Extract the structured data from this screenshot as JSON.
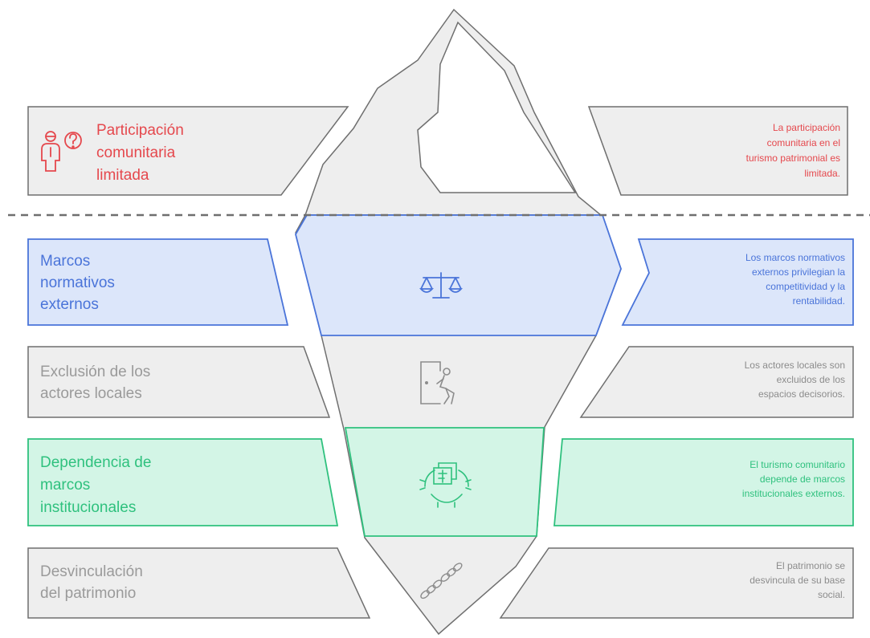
{
  "colors": {
    "red": "#e5484d",
    "blue": "#4a74d9",
    "green": "#2fc17e",
    "gray_text": "#9a9a9a",
    "desc_gray": "#8c8c8c",
    "panel_fill": "#eeeeee",
    "panel_stroke": "#6f6f6f",
    "blue_fill": "#dce6fa",
    "green_fill": "#d3f5e6"
  },
  "layers": [
    {
      "id": "participacion",
      "title_lines": [
        "Participación",
        "comunitaria",
        "limitada"
      ],
      "description_lines": [
        "La participación",
        "comunitaria en el",
        "turismo patrimonial es",
        "limitada."
      ],
      "icon": "community-question-icon",
      "color": "red"
    },
    {
      "id": "marcos",
      "title_lines": [
        "Marcos",
        "normativos",
        "externos"
      ],
      "description_lines": [
        "Los marcos normativos",
        "externos privilegian la",
        "competitividad y la",
        "rentabilidad."
      ],
      "icon": "scales-icon",
      "color": "blue"
    },
    {
      "id": "exclusion",
      "title_lines": [
        "Exclusión de los",
        "actores locales"
      ],
      "description_lines": [
        "Los actores locales son",
        "excluidos de los",
        "espacios decisorios."
      ],
      "icon": "person-exit-door-icon",
      "color": "gray"
    },
    {
      "id": "dependencia",
      "title_lines": [
        "Dependencia de",
        "marcos",
        "institucionales"
      ],
      "description_lines": [
        "El turismo comunitario",
        "depende de marcos",
        "institucionales externos."
      ],
      "icon": "institutional-gear-icon",
      "color": "green"
    },
    {
      "id": "desvinculacion",
      "title_lines": [
        "Desvinculación",
        "del patrimonio"
      ],
      "description_lines": [
        "El patrimonio se",
        "desvincula de su base",
        "social."
      ],
      "icon": "broken-chain-icon",
      "color": "gray"
    }
  ]
}
